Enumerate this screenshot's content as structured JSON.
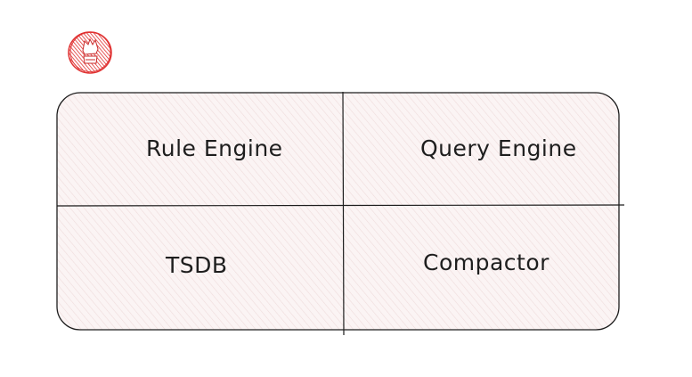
{
  "diagram": {
    "cells": [
      {
        "id": "rule-engine",
        "label": "Rule Engine"
      },
      {
        "id": "query-engine",
        "label": "Query Engine"
      },
      {
        "id": "tsdb",
        "label": "TSDB"
      },
      {
        "id": "compactor",
        "label": "Compactor"
      }
    ]
  },
  "colors": {
    "box_fill": "#fbf4f4",
    "hatch": "#efdcdc",
    "stroke": "#1e1e1e",
    "logo": "#e03131"
  },
  "icons": {
    "logo": "excalidraw-logo-icon"
  }
}
